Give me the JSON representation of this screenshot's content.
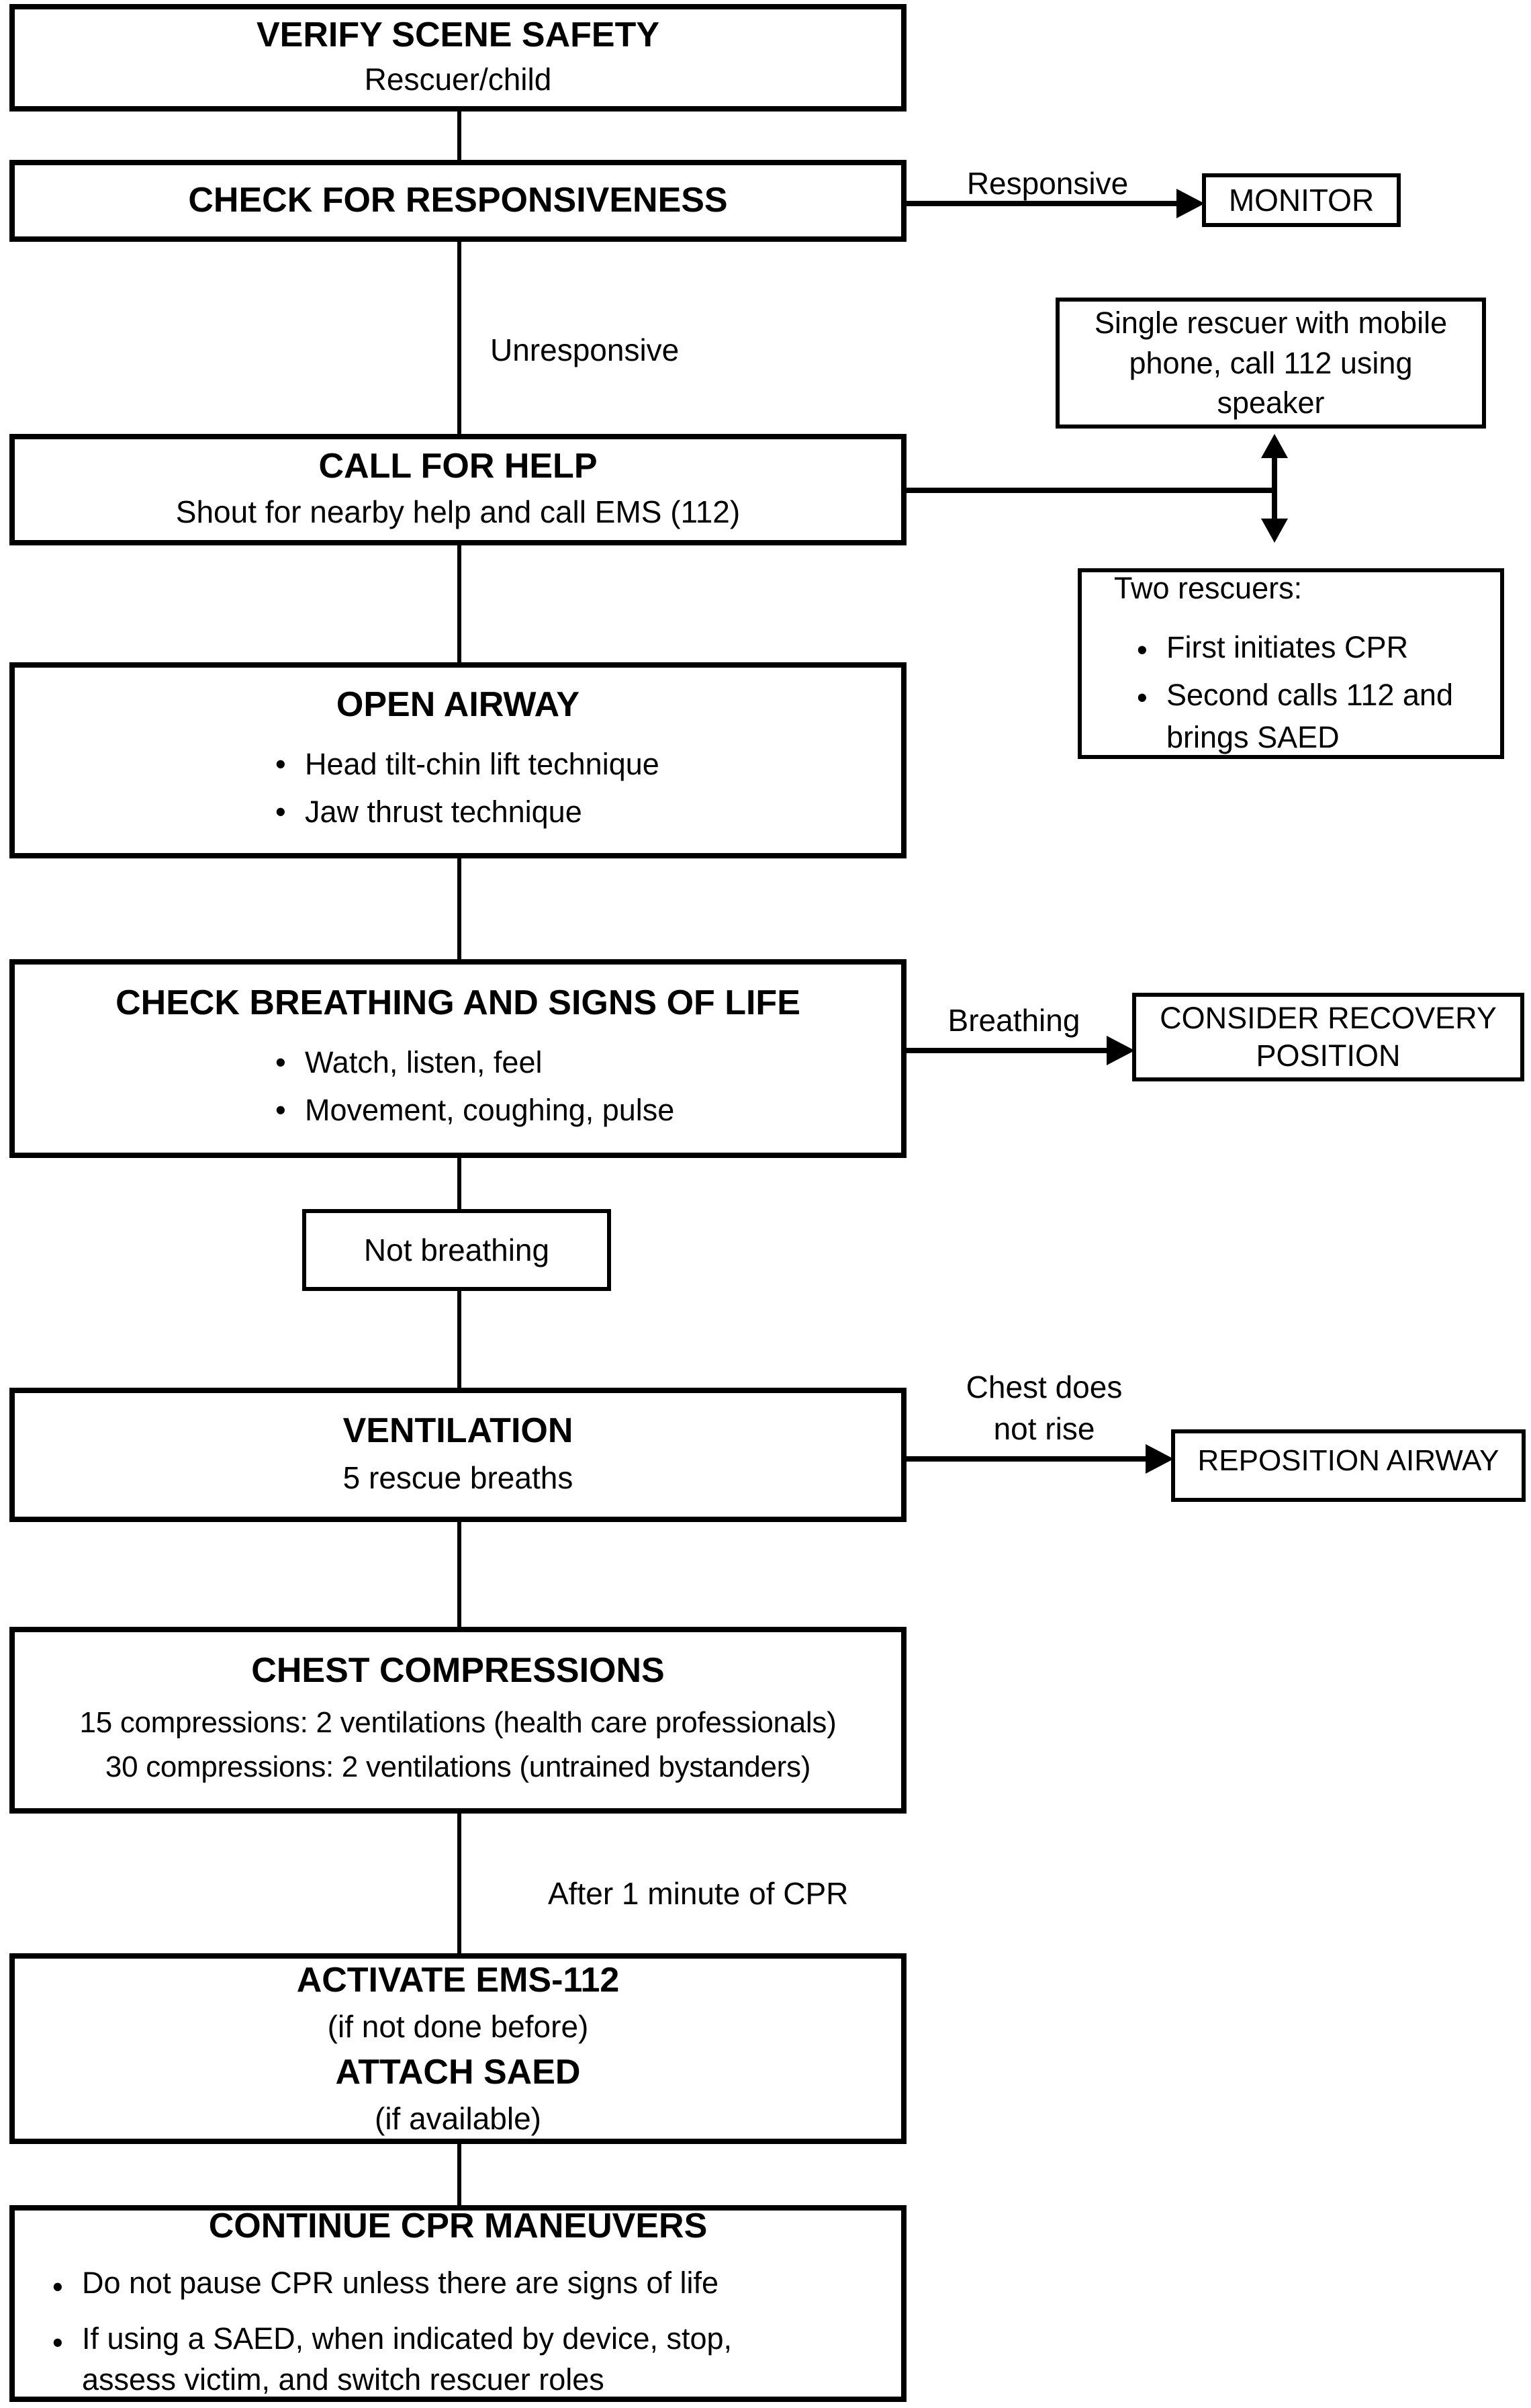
{
  "colors": {
    "background": "#ffffff",
    "line": "#000000",
    "text": "#000000"
  },
  "icons": {
    "bullet": "•"
  },
  "nodes": {
    "verify_scene_safety": {
      "title": "VERIFY SCENE SAFETY",
      "subtitle": "Rescuer/child"
    },
    "check_responsiveness": {
      "title": "CHECK FOR RESPONSIVENESS"
    },
    "monitor": {
      "title": "MONITOR"
    },
    "call_for_help": {
      "title": "CALL FOR HELP",
      "subtitle": "Shout for nearby help and call EMS (112)"
    },
    "single_rescuer": {
      "lines": [
        "Single rescuer with mobile",
        "phone, call 112 using",
        "speaker"
      ]
    },
    "two_rescuers": {
      "title": "Two rescuers:",
      "bullets": [
        "First initiates CPR",
        "Second calls 112 and brings SAED"
      ]
    },
    "open_airway": {
      "title": "OPEN AIRWAY",
      "bullets": [
        "Head tilt-chin lift technique",
        "Jaw thrust technique"
      ]
    },
    "check_breathing": {
      "title": "CHECK BREATHING AND SIGNS OF LIFE",
      "bullets": [
        "Watch, listen, feel",
        "Movement, coughing, pulse"
      ]
    },
    "not_breathing": {
      "title": "Not breathing"
    },
    "ventilation": {
      "title": "VENTILATION",
      "subtitle": "5 rescue breaths"
    },
    "consider_recovery": {
      "title": "CONSIDER RECOVERY POSITION"
    },
    "reposition_airway": {
      "title": "REPOSITION AIRWAY"
    },
    "chest_compressions": {
      "title": "CHEST COMPRESSIONS",
      "lines": [
        "15 compressions: 2 ventilations (health care professionals)",
        "30 compressions: 2 ventilations (untrained bystanders)"
      ]
    },
    "activate_ems": {
      "line1": "ACTIVATE EMS-112",
      "line2": "(if not done before)",
      "line3": "ATTACH SAED",
      "line4": "(if available)"
    },
    "continue_cpr": {
      "title": "CONTINUE CPR MANEUVERS",
      "bullets": [
        "Do not pause CPR unless there are signs of life",
        "If using a SAED, when indicated by device, stop, assess victim, and switch rescuer roles"
      ]
    }
  },
  "edge_labels": {
    "responsive": "Responsive",
    "unresponsive": "Unresponsive",
    "breathing": "Breathing",
    "chest_no_rise_line1": "Chest does",
    "chest_no_rise_line2": "not rise",
    "after_cpr": "After 1 minute of CPR"
  }
}
